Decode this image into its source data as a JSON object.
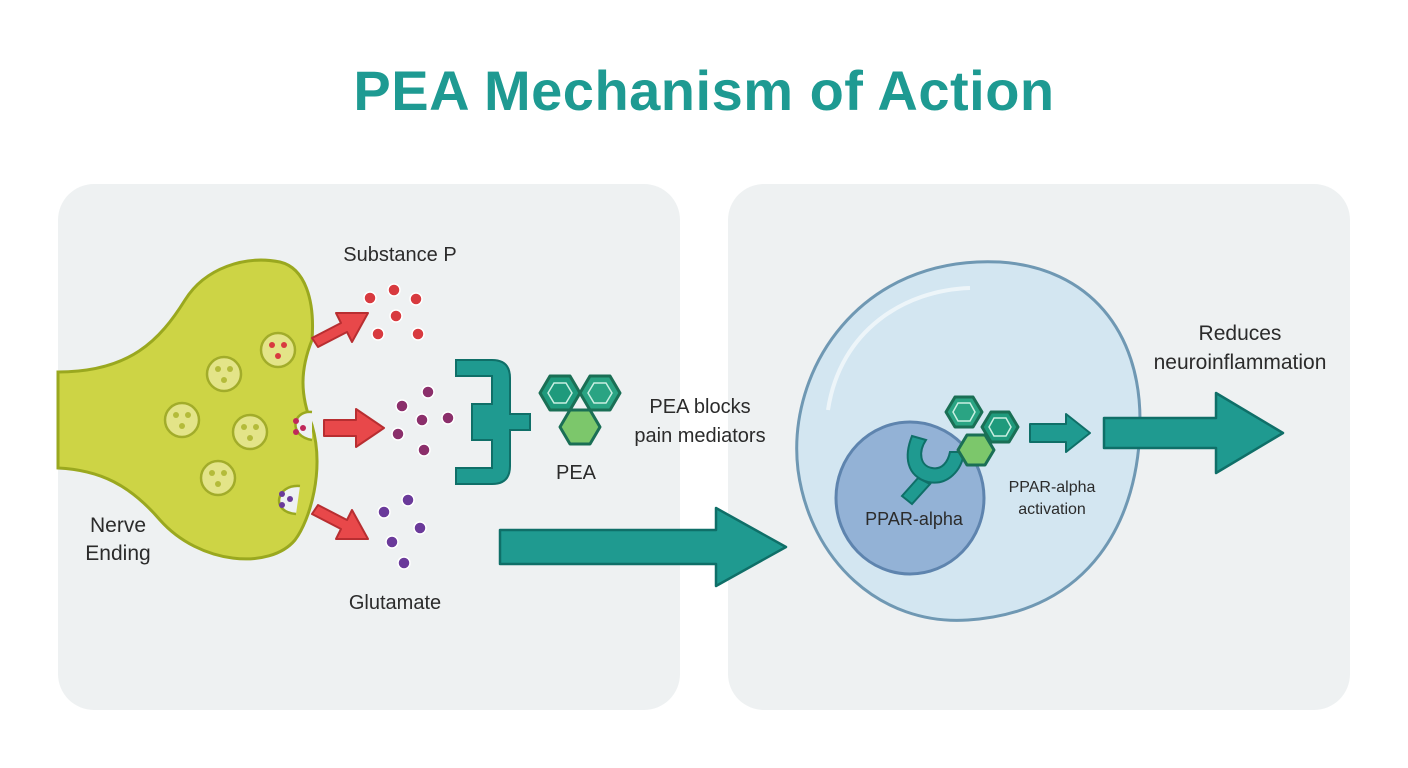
{
  "title": "PEA Mechanism of Action",
  "labels": {
    "substance_p": "Substance P",
    "glutamate": "Glutamate",
    "nerve_ending_line1": "Nerve",
    "nerve_ending_line2": "Ending",
    "pea": "PEA",
    "pea_blocks_line1": "PEA blocks",
    "pea_blocks_line2": "pain mediators",
    "ppar_alpha": "PPAR-alpha",
    "ppar_activation_line1": "PPAR-alpha",
    "ppar_activation_line2": "activation",
    "reduces_line1": "Reduces",
    "reduces_line2": "neuroinflammation"
  },
  "colors": {
    "title": "#1e9a92",
    "panel": "#eef1f2",
    "nerve_fill": "#cdd445",
    "nerve_stroke": "#9aa81f",
    "teal": "#1f9a90",
    "teal_dark": "#0f6f68",
    "red_arrow": "#e8484a",
    "substance_p_dot": "#d83a3f",
    "purple_dot": "#8b2f6b",
    "glutamate_dot": "#6a3a9a",
    "pea_green": "#3aa76a",
    "cell_fill": "#d3e6f1",
    "cell_stroke": "#6f98b3",
    "nucleus_fill": "#93b2d6"
  },
  "icons": {
    "nerve": "nerve-ending-shape",
    "vesicle": "vesicle-circle",
    "molecule": "hexagon-molecule-icon",
    "blocker": "bracket-blocker-icon",
    "receptor": "receptor-cup-icon"
  }
}
